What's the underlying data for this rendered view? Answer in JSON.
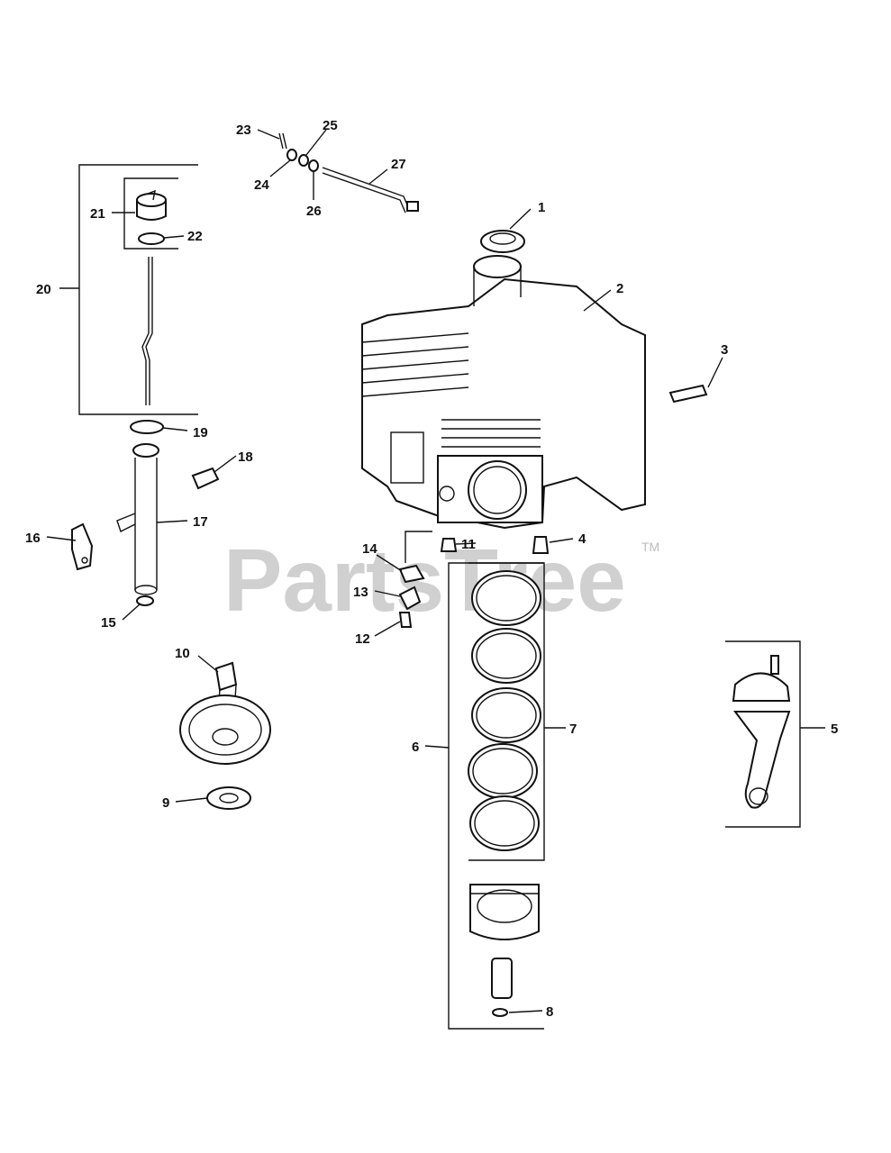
{
  "watermark": {
    "text": "PartsTree",
    "tm": "TM"
  },
  "callouts": [
    "1",
    "2",
    "3",
    "4",
    "5",
    "6",
    "7",
    "8",
    "9",
    "10",
    "11",
    "12",
    "13",
    "14",
    "15",
    "16",
    "17",
    "18",
    "19",
    "20",
    "21",
    "22",
    "23",
    "24",
    "25",
    "26",
    "27"
  ],
  "colors": {
    "ink": "#111111",
    "watermark": "#d0d0d0",
    "background": "#ffffff"
  }
}
